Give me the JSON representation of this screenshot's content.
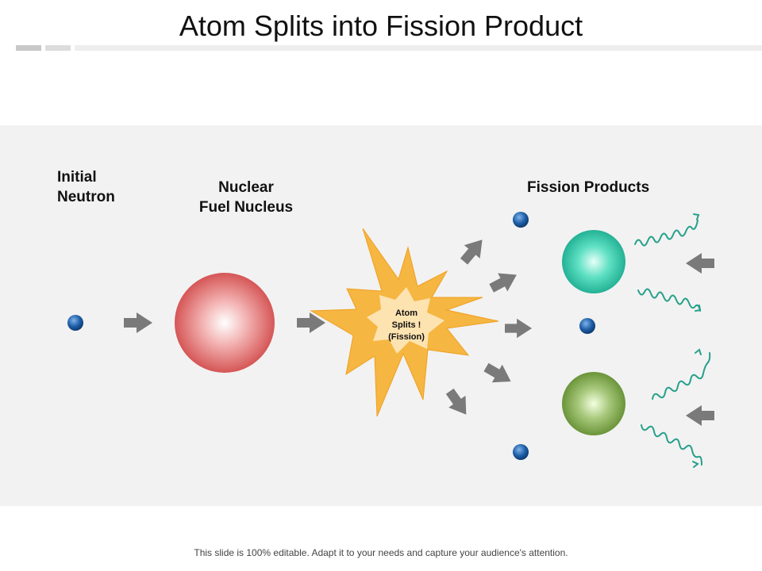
{
  "slide": {
    "title": "Atom Splits into Fission Product",
    "footer": "This slide is 100% editable. Adapt it to your needs and capture your audience's attention."
  },
  "labels": {
    "initial_neutron": [
      "Initial",
      "Neutron"
    ],
    "nuclear_fuel_nucleus": [
      "Nuclear",
      "Fuel Nucleus"
    ],
    "fission_products": "Fission Products",
    "burst": [
      "Atom",
      "Splits !",
      "(Fission)"
    ]
  },
  "colors": {
    "neutron": "#1f5fa8",
    "fuel_nucleus": "#d9534f",
    "burst": "#f5b642",
    "product_1": "#2ec4a8",
    "product_2": "#6f9a3a",
    "arrow": "#7a7a7a",
    "wave": "#26a08a"
  }
}
